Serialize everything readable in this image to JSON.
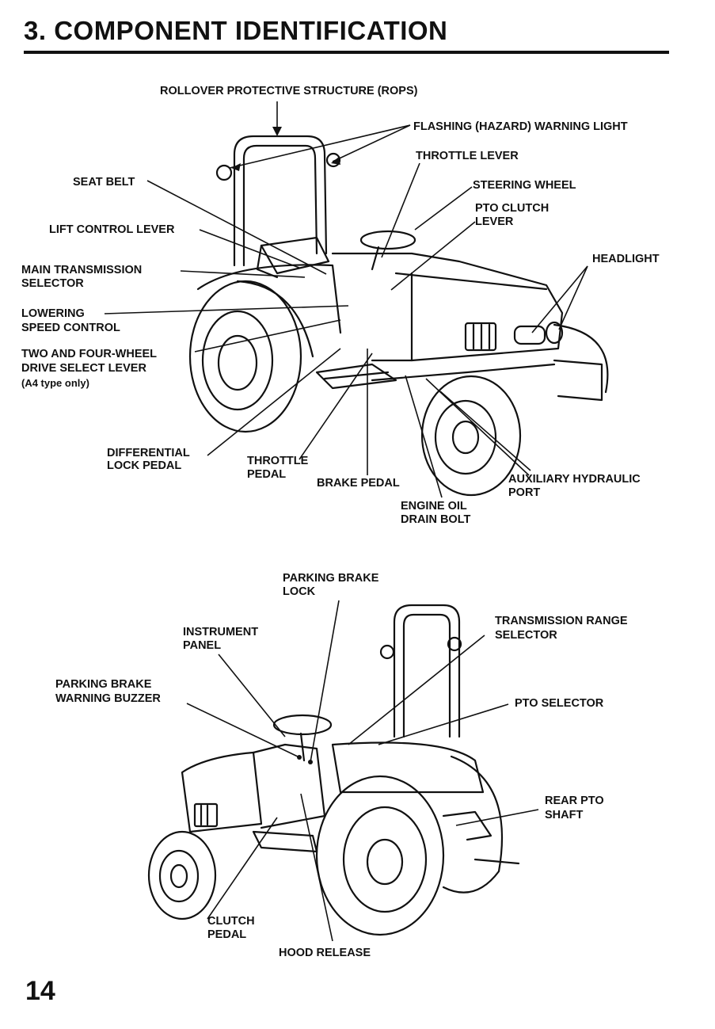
{
  "page": {
    "section_title": "3. COMPONENT IDENTIFICATION",
    "page_number": "14"
  },
  "figure_top": {
    "rops": "ROLLOVER PROTECTIVE STRUCTURE (ROPS)",
    "flashing_light": "FLASHING (HAZARD) WARNING LIGHT",
    "throttle_lever": "THROTTLE LEVER",
    "seat_belt": "SEAT BELT",
    "steering_wheel": "STEERING WHEEL",
    "pto_clutch_1": "PTO CLUTCH",
    "pto_clutch_2": "LEVER",
    "lift_control": "LIFT CONTROL LEVER",
    "main_trans_1": "MAIN TRANSMISSION",
    "main_trans_2": "SELECTOR",
    "headlight": "HEADLIGHT",
    "lowering_1": "LOWERING",
    "lowering_2": "SPEED CONTROL",
    "two_four_1": "TWO AND FOUR-WHEEL",
    "two_four_2": "DRIVE SELECT LEVER",
    "two_four_3": "(A4 type only)",
    "diff_lock_1": "DIFFERENTIAL",
    "diff_lock_2": "LOCK PEDAL",
    "throttle_pedal_1": "THROTTLE",
    "throttle_pedal_2": "PEDAL",
    "brake_pedal": "BRAKE PEDAL",
    "aux_hyd_1": "AUXILIARY HYDRAULIC",
    "aux_hyd_2": "PORT",
    "engine_oil_1": "ENGINE OIL",
    "engine_oil_2": "DRAIN BOLT"
  },
  "figure_bottom": {
    "parking_lock_1": "PARKING BRAKE",
    "parking_lock_2": "LOCK",
    "instrument_1": "INSTRUMENT",
    "instrument_2": "PANEL",
    "trans_range_1": "TRANSMISSION RANGE",
    "trans_range_2": "SELECTOR",
    "parking_buzzer_1": "PARKING BRAKE",
    "parking_buzzer_2": "WARNING BUZZER",
    "pto_selector": "PTO SELECTOR",
    "rear_pto_1": "REAR PTO",
    "rear_pto_2": "SHAFT",
    "clutch_1": "CLUTCH",
    "clutch_2": "PEDAL",
    "hood_release": "HOOD RELEASE"
  }
}
